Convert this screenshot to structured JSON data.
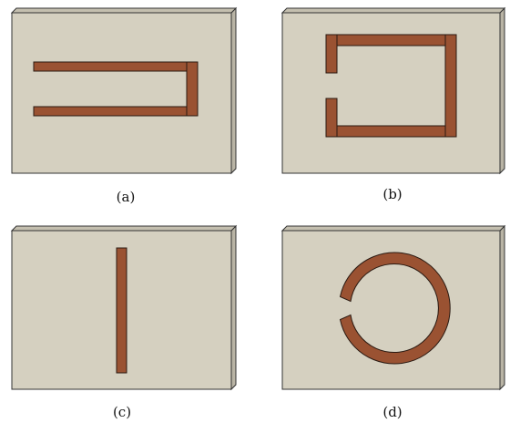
{
  "colors": {
    "board_face": "#d5d0c0",
    "board_edge": "#b9b4a5",
    "board_outline": "#333333",
    "trace_fill": "#9a5232",
    "trace_outline": "#2a1a12",
    "caption_text": "#111111",
    "background": "#ffffff"
  },
  "panels": {
    "a": {
      "caption": "(a)",
      "shape": "folded-strip"
    },
    "b": {
      "caption": "(b)",
      "shape": "split-square-loop"
    },
    "c": {
      "caption": "(c)",
      "shape": "straight-strip"
    },
    "d": {
      "caption": "(d)",
      "shape": "split-ring"
    }
  }
}
